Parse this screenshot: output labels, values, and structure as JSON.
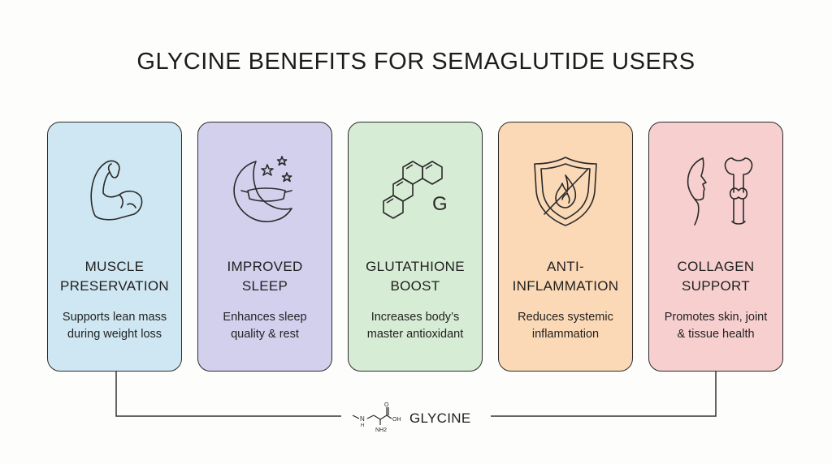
{
  "title": "GLYCINE BENEFITS FOR SEMAGLUTIDE USERS",
  "cards": [
    {
      "title_line1": "MUSCLE",
      "title_line2": "PRESERVATION",
      "desc_line1": "Supports lean mass",
      "desc_line2": "during weight loss",
      "color": "#cfe7f2",
      "icon": "flexed-arm-icon"
    },
    {
      "title_line1": "IMPROVED",
      "title_line2": "SLEEP",
      "desc_line1": "Enhances sleep",
      "desc_line2": "quality & rest",
      "color": "#d3d0ee",
      "icon": "moon-sleep-mask-icon"
    },
    {
      "title_line1": "GLUTATHIONE",
      "title_line2": "BOOST",
      "desc_line1": "Increases body’s",
      "desc_line2": "master antioxidant",
      "color": "#d7ecd4",
      "icon": "molecule-icon",
      "icon_letter": "G"
    },
    {
      "title_line1": "ANTI-",
      "title_line2": "INFLAMMATION",
      "desc_line1": "Reduces systemic",
      "desc_line2": "inflammation",
      "color": "#fbd9b6",
      "icon": "no-fire-shield-icon"
    },
    {
      "title_line1": "COLLAGEN",
      "title_line2": "SUPPORT",
      "desc_line1": "Promotes skin, joint",
      "desc_line2": "& tissue health",
      "color": "#f7cfcf",
      "icon": "face-and-joint-icon"
    }
  ],
  "glycine": {
    "label": "GLYCINE",
    "formula_labels": {
      "n": "N",
      "h": "H",
      "oh": "OH",
      "o": "O",
      "nh2": "NH2"
    }
  }
}
